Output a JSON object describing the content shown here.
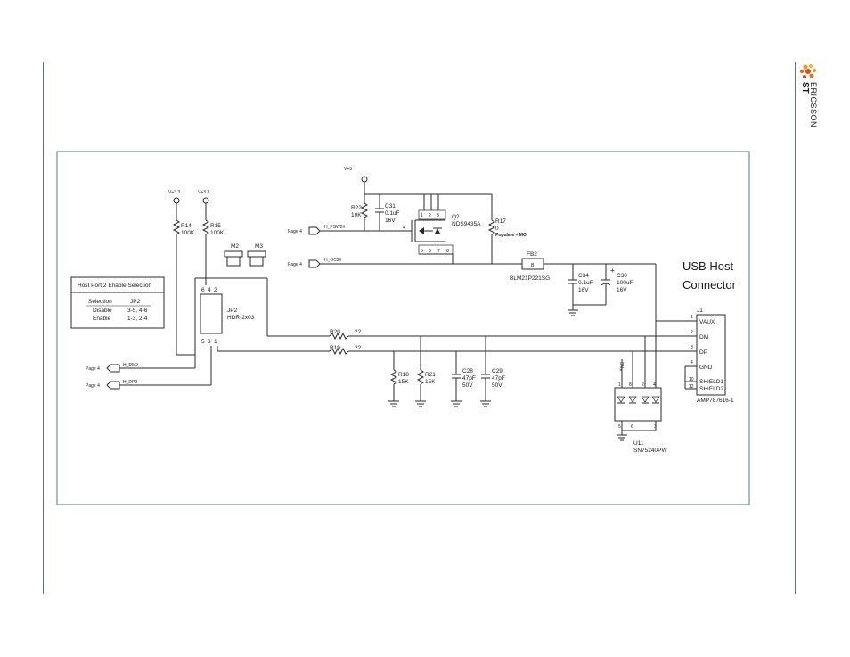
{
  "brand": {
    "logo_line1": "ST",
    "logo_line2": "ERICSSON",
    "accent": "#e8761d",
    "rule_color": "#4d7785"
  },
  "connector_title": {
    "line1": "USB Host",
    "line2": "Connector"
  },
  "table": {
    "title": "Host Port 2 Enable Selection",
    "headers": [
      "Selection",
      "JP2"
    ],
    "rows": [
      [
        "Disable",
        "3-5, 4-6"
      ],
      [
        "Enable",
        "1-3, 2-4"
      ]
    ]
  },
  "nets": {
    "v33a": "V+3.3",
    "v33b": "V+3.3",
    "v5": "V+5",
    "h_psw": "H_PSW2#",
    "h_oc": "H_OC2#",
    "h_dm": "H_DM2",
    "h_dp": "H_DP2",
    "page": "Page 4"
  },
  "parts": {
    "r14": [
      "R14",
      "100K"
    ],
    "r15": [
      "R15",
      "100K"
    ],
    "m2": "M2",
    "m3": "M3",
    "jp2": [
      "JP2",
      "HDR-2x03"
    ],
    "r22": [
      "R22",
      "10K"
    ],
    "c31": [
      "C31",
      "0.1uF",
      "16V"
    ],
    "q2": [
      "Q2",
      "NDS9435A"
    ],
    "r17": [
      "R17",
      "0",
      "Populate = MO"
    ],
    "fb2": [
      "FB2",
      "BLM21P221SG"
    ],
    "c34": [
      "C34",
      "0.1uF",
      "16V"
    ],
    "c30": [
      "C30",
      "100uF",
      "16V"
    ],
    "r20": [
      "R20",
      "22"
    ],
    "r19": [
      "R19",
      "22"
    ],
    "r18": [
      "R18",
      "15K"
    ],
    "r21": [
      "R21",
      "15K"
    ],
    "c28": [
      "C28",
      "47pF",
      "50V"
    ],
    "c29": [
      "C29",
      "47pF",
      "50V"
    ],
    "u11": [
      "U11",
      "SN75240PW"
    ],
    "nc": "NC",
    "j1": [
      "J1",
      "AMP787616-1"
    ]
  },
  "j1_pins": [
    {
      "num": "1",
      "name": "VAUX"
    },
    {
      "num": "2",
      "name": "DM"
    },
    {
      "num": "3",
      "name": "DP"
    },
    {
      "num": "4",
      "name": "GND"
    },
    {
      "num": "10",
      "name": "SHIELD1"
    },
    {
      "num": "12",
      "name": "SHIELD2"
    }
  ],
  "jp2_pins": {
    "top": [
      "6",
      "4",
      "2"
    ],
    "bottom": [
      "5",
      "3",
      "1"
    ]
  },
  "q2_pins": {
    "top": [
      "1",
      "2",
      "3"
    ],
    "bottom": [
      "5",
      "6",
      "7",
      "8"
    ],
    "gate": "4"
  },
  "u11_pins": {
    "top": [
      "1",
      "8",
      "2",
      "4"
    ],
    "bottom": [
      "5",
      "6",
      "3"
    ]
  },
  "fb2_pin": "B"
}
